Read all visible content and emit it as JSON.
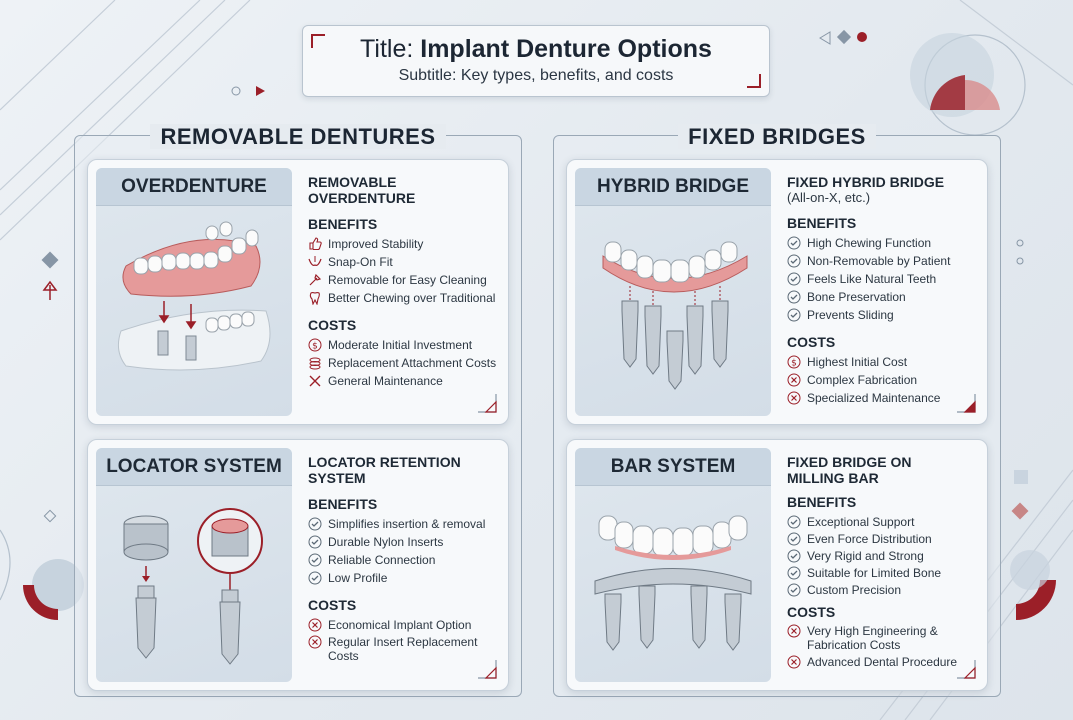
{
  "title": {
    "prefix": "Title:",
    "text": "Implant Denture Options",
    "subtitle": "Subtitle: Key types, benefits, and costs"
  },
  "colors": {
    "accent": "#9b1f28",
    "gum": "#e59a9a",
    "border": "#9aa8b6",
    "card": "#f7f9fb"
  },
  "columns": [
    {
      "heading": "REMOVABLE DENTURES",
      "cards": [
        {
          "label": "OVERDENTURE",
          "title": "REMOVABLE OVERDENTURE",
          "subtitle": "",
          "benefits_heading": "BENEFITS",
          "benefits": [
            {
              "icon": "thumbs-up-icon",
              "text": "Improved Stability"
            },
            {
              "icon": "snap-icon",
              "text": "Snap-On Fit"
            },
            {
              "icon": "brush-icon",
              "text": "Removable for Easy Cleaning"
            },
            {
              "icon": "tooth-icon",
              "text": "Better Chewing over Traditional"
            }
          ],
          "costs_heading": "COSTS",
          "costs": [
            {
              "icon": "dollar-icon",
              "text": "Moderate Initial Investment"
            },
            {
              "icon": "coins-icon",
              "text": "Replacement Attachment Costs"
            },
            {
              "icon": "tools-icon",
              "text": "General Maintenance"
            }
          ]
        },
        {
          "label": "LOCATOR SYSTEM",
          "title": "LOCATOR RETENTION SYSTEM",
          "subtitle": "",
          "benefits_heading": "BENEFITS",
          "benefits": [
            {
              "icon": "check-icon",
              "text": "Simplifies insertion & removal"
            },
            {
              "icon": "check-icon",
              "text": "Durable Nylon Inserts"
            },
            {
              "icon": "check-icon",
              "text": "Reliable Connection"
            },
            {
              "icon": "check-icon",
              "text": "Low Profile"
            }
          ],
          "costs_heading": "COSTS",
          "costs": [
            {
              "icon": "x-circle-icon",
              "text": "Economical Implant Option"
            },
            {
              "icon": "x-circle-icon",
              "text": "Regular Insert Replacement Costs"
            }
          ]
        }
      ]
    },
    {
      "heading": "FIXED BRIDGES",
      "cards": [
        {
          "label": "HYBRID BRIDGE",
          "title": "FIXED HYBRID BRIDGE",
          "subtitle": "(All-on-X, etc.)",
          "benefits_heading": "BENEFITS",
          "benefits": [
            {
              "icon": "check-icon",
              "text": "High Chewing Function"
            },
            {
              "icon": "check-icon",
              "text": "Non-Removable by Patient"
            },
            {
              "icon": "check-icon",
              "text": "Feels Like Natural Teeth"
            },
            {
              "icon": "check-icon",
              "text": "Bone Preservation"
            },
            {
              "icon": "check-icon",
              "text": "Prevents Sliding"
            }
          ],
          "costs_heading": "COSTS",
          "costs": [
            {
              "icon": "dollar-icon",
              "text": "Highest Initial Cost"
            },
            {
              "icon": "x-circle-icon",
              "text": "Complex Fabrication"
            },
            {
              "icon": "x-circle-icon",
              "text": "Specialized Maintenance"
            }
          ]
        },
        {
          "label": "BAR SYSTEM",
          "title": "FIXED BRIDGE ON MILLING BAR",
          "subtitle": "",
          "benefits_heading": "BENEFITS",
          "benefits": [
            {
              "icon": "check-icon",
              "text": "Exceptional Support"
            },
            {
              "icon": "check-icon",
              "text": "Even Force Distribution"
            },
            {
              "icon": "check-icon",
              "text": "Very Rigid and Strong"
            },
            {
              "icon": "check-icon",
              "text": "Suitable for Limited Bone"
            },
            {
              "icon": "check-icon",
              "text": "Custom Precision"
            }
          ],
          "costs_heading": "COSTS",
          "costs": [
            {
              "icon": "x-circle-icon",
              "text": "Very High Engineering & Fabrication Costs"
            },
            {
              "icon": "x-circle-icon",
              "text": "Advanced Dental Procedure"
            }
          ]
        }
      ]
    }
  ]
}
